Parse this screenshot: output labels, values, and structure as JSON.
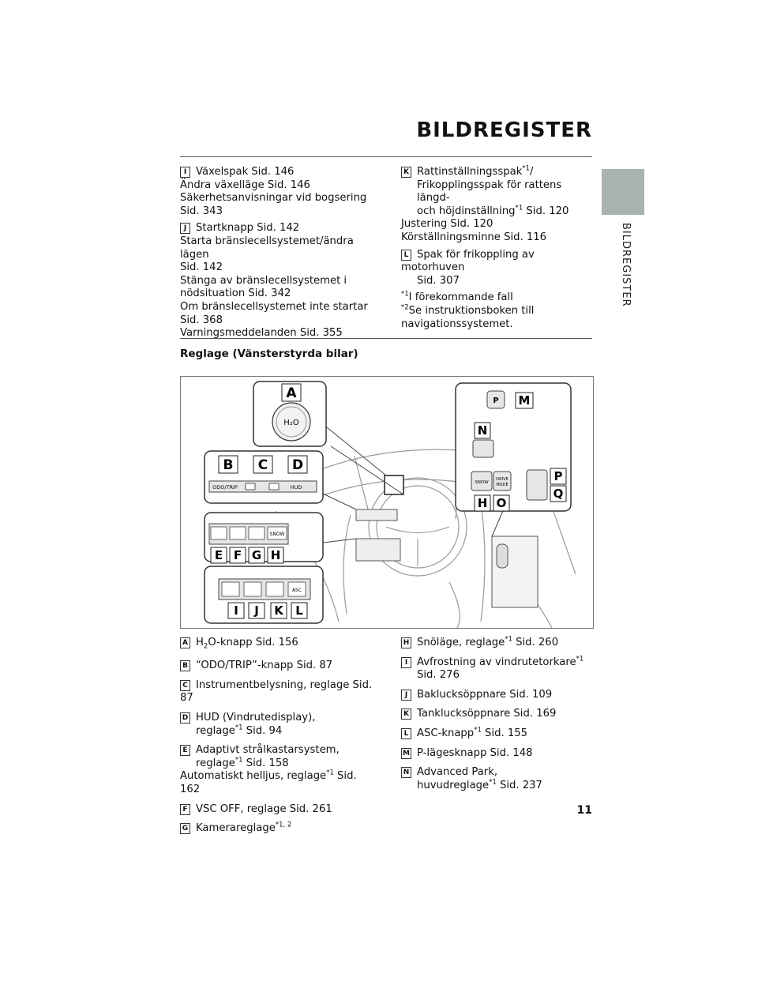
{
  "header": {
    "title": "BILDREGISTER",
    "side_label": "BILDREGISTER"
  },
  "top_left": [
    {
      "letter": "I",
      "text": "Växelspak Sid. 146",
      "subs": [
        "Ändra växelläge Sid. 146",
        "Säkerhetsanvisningar vid bogsering",
        "Sid. 343"
      ]
    },
    {
      "letter": "J",
      "text": "Startknapp Sid. 142",
      "subs": [
        "Starta bränslecellsystemet/ändra lägen",
        "Sid. 142",
        "Stänga av bränslecellsystemet i",
        "nödsituation Sid. 342",
        "Om bränslecellsystemet inte startar",
        "Sid. 368",
        "Varningsmeddelanden Sid. 355"
      ]
    }
  ],
  "top_right": {
    "k_letter": "K",
    "k_line1": "Rattinställningsspak",
    "k_line1_sup": "*1",
    "k_line1_end": "/",
    "k_line2": "Frikopplingsspak för rattens längd-",
    "k_line3": "och höjdinställning",
    "k_line3_sup": "*1",
    "k_line3_end": " Sid. 120",
    "k_sub1": "Justering Sid. 120",
    "k_sub2": "Körställningsminne Sid. 116",
    "l_letter": "L",
    "l_line1": "Spak för frikoppling av motorhuven",
    "l_line2": "Sid. 307",
    "fn1_sup": "*1",
    "fn1_text": "I förekommande fall",
    "fn2_sup": "*2",
    "fn2_text": "Se instruktionsboken till",
    "fn2_text2": "navigationssystemet."
  },
  "section_heading": "Reglage (Vänsterstyrda bilar)",
  "figure": {
    "labels": [
      "A",
      "B",
      "C",
      "D",
      "E",
      "F",
      "G",
      "H",
      "I",
      "J",
      "K",
      "L",
      "M",
      "N",
      "P",
      "Q",
      "H",
      "O"
    ],
    "h2o": "H₂O",
    "p": "P",
    "odo": "ODO/TRIP",
    "hud": "HUD",
    "snow": "SNOW",
    "asc": "ASC",
    "drive1": "DRIVE",
    "drive2": "MODE"
  },
  "bottom_left": {
    "a_letter": "A",
    "a_pre": "H",
    "a_sub": "2",
    "a_post": "O-knapp Sid. 156",
    "b_letter": "B",
    "b_text": "“ODO/TRIP”-knapp Sid. 87",
    "c_letter": "C",
    "c_text": "Instrumentbelysning, reglage Sid. 87",
    "d_letter": "D",
    "d_line1": "HUD (Vindrutedisplay),",
    "d_line2": "reglage",
    "d_sup": "*1",
    "d_end": " Sid. 94",
    "e_letter": "E",
    "e_line1": "Adaptivt strålkastarsystem,",
    "e_line2": "reglage",
    "e_sup": "*1",
    "e_end": " Sid. 158",
    "e_sub": "Automatiskt helljus, reglage",
    "e_sub_sup": "*1",
    "e_sub_end": " Sid. 162",
    "f_letter": "F",
    "f_text": "VSC OFF, reglage Sid. 261",
    "g_letter": "G",
    "g_text": "Kamerareglage",
    "g_sup": "*1, 2"
  },
  "bottom_right": {
    "h_letter": "H",
    "h_text": "Snöläge, reglage",
    "h_sup": "*1",
    "h_end": " Sid. 260",
    "i_letter": "I",
    "i_text": "Avfrostning av vindrutetorkare",
    "i_sup": "*1",
    "i_line2": "Sid. 276",
    "j_letter": "J",
    "j_text": "Baklucksöppnare Sid. 109",
    "k_letter": "K",
    "k_text": "Tanklucksöppnare Sid. 169",
    "l_letter": "L",
    "l_text": "ASC-knapp",
    "l_sup": "*1",
    "l_end": " Sid. 155",
    "m_letter": "M",
    "m_text": "P-lägesknapp Sid. 148",
    "n_letter": "N",
    "n_line1": "Advanced Park,",
    "n_line2": "huvudreglage",
    "n_sup": "*1",
    "n_end": " Sid. 237"
  },
  "page_number": "11"
}
